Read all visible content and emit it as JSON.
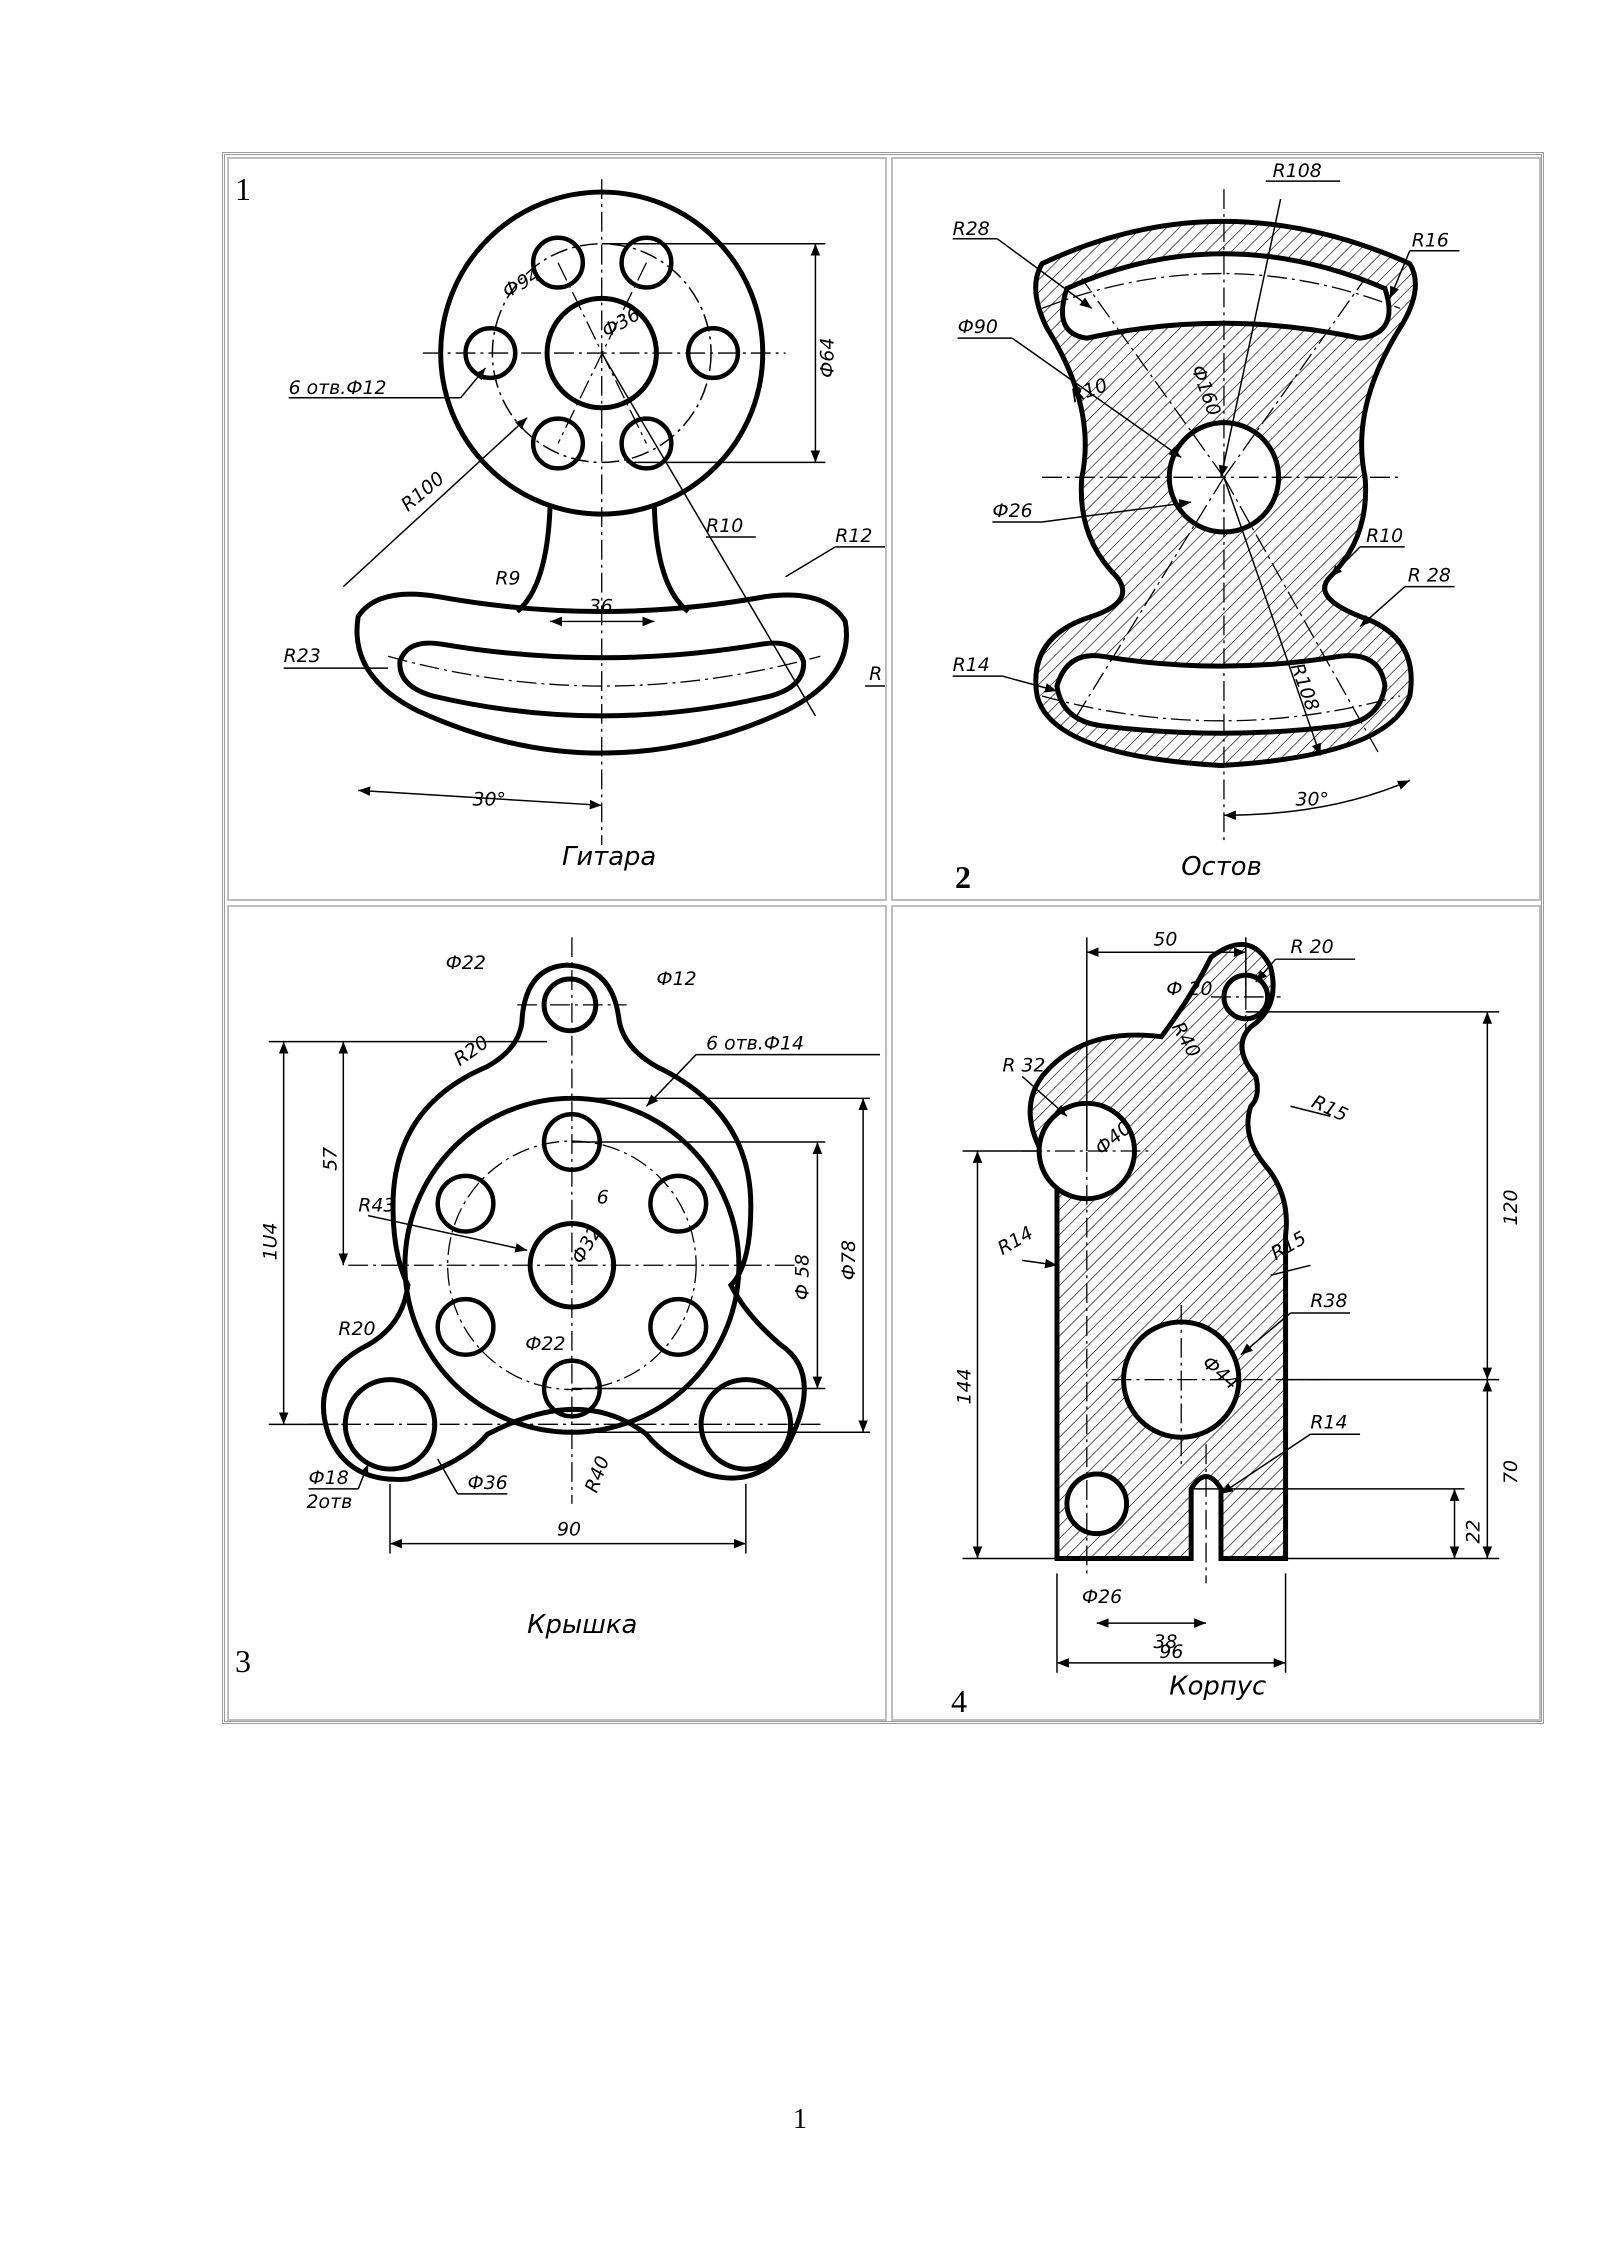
{
  "page_number": "1",
  "drawings": [
    {
      "number": "1",
      "title": "Гитара",
      "labels": {
        "d94": "Ф94",
        "d36": "Ф36",
        "d64": "Ф64",
        "holes": "6 отв.Ф12",
        "r100": "R100",
        "r10": "R10",
        "r9": "R9",
        "w36": "36",
        "r12": "R12",
        "r23": "R23",
        "r": "R",
        "a30": "30°"
      }
    },
    {
      "number": "2",
      "title": "Остов",
      "labels": {
        "r108a": "R108",
        "r28a": "R28",
        "r16": "R16",
        "d90": "Ф90",
        "r10a": "R10",
        "d160": "Ф160",
        "d26": "Ф26",
        "r10b": "R10",
        "r28b": "R 28",
        "r14": "R14",
        "r108b": "R108",
        "a30": "30°"
      }
    },
    {
      "number": "3",
      "title": "Крышка",
      "labels": {
        "d22a": "Ф22",
        "d12": "Ф12",
        "r20a": "R20",
        "holes": "6 отв.Ф14",
        "h57": "57",
        "h104": "1U4",
        "r43": "R43",
        "w6": "6",
        "d32": "Ф32",
        "d22b": "Ф22",
        "d58": "Ф 58",
        "d78": "Ф78",
        "r20b": "R20",
        "d18": "Ф18",
        "holes2": "2отв",
        "d36": "Ф36",
        "r40": "R40",
        "w90": "90"
      }
    },
    {
      "number": "4",
      "title": "Корпус",
      "labels": {
        "w50": "50",
        "r20": "R 20",
        "d20": "Ф 20",
        "r40": "R40",
        "r32": "R 32",
        "d40": "Ф40",
        "r15a": "R15",
        "h120": "120",
        "r14a": "R14",
        "r15b": "R15",
        "r38": "R38",
        "h144": "144",
        "d44": "Ф44",
        "r14b": "R14",
        "h70": "70",
        "h22": "22",
        "d26": "Ф26",
        "w38": "38",
        "w96": "96"
      }
    }
  ]
}
